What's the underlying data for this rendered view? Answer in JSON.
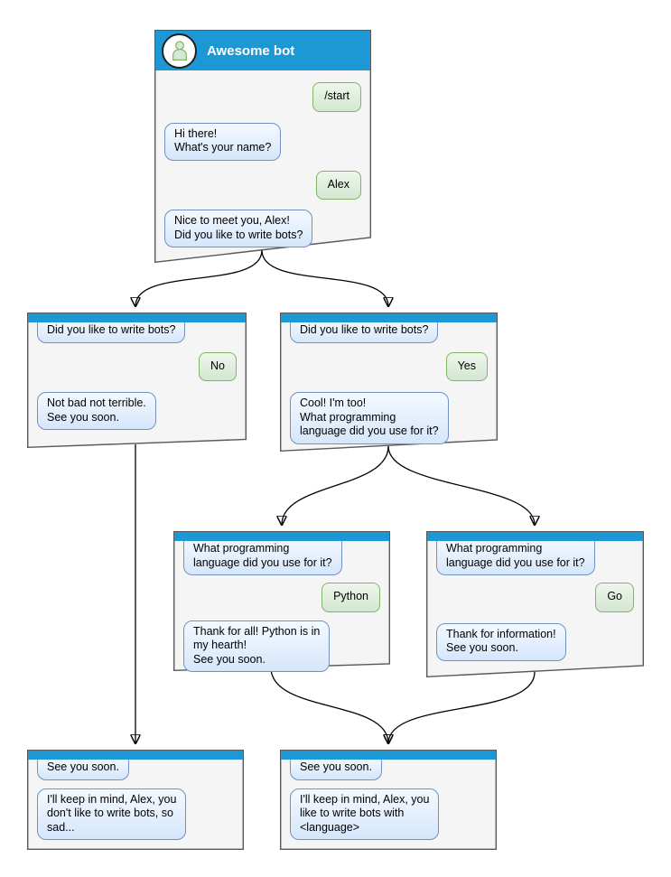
{
  "colors": {
    "titlebar_blue": "#1e98d5",
    "window_fill": "#f5f5f5",
    "window_border": "#595959",
    "bot_bubble_fill": "#d6e6fb",
    "bot_bubble_border": "#7191c4",
    "user_bubble_fill": "#d3e7d1",
    "user_bubble_border": "#82b366",
    "arrow": "#000000"
  },
  "windows": {
    "start": {
      "title": "Awesome bot",
      "messages": {
        "m1": "/start",
        "m2": "Hi there!\nWhat's your name?",
        "m3": "Alex",
        "m4": "Nice to meet you, Alex!\nDid you like to write bots?"
      }
    },
    "no": {
      "messages": {
        "m1": "Did you like to write bots?",
        "m2": "No",
        "m3": "Not bad not terrible.\nSee you soon."
      }
    },
    "yes": {
      "messages": {
        "m1": "Did you like to write bots?",
        "m2": "Yes",
        "m3": "Cool! I'm too!\nWhat programming\nlanguage did you use for it?"
      }
    },
    "python": {
      "messages": {
        "m1": "What programming\nlanguage did you use for it?",
        "m2": "Python",
        "m3": "Thank for all! Python is in\nmy hearth!\nSee you soon."
      }
    },
    "go": {
      "messages": {
        "m1": "What programming\nlanguage did you use for it?",
        "m2": "Go",
        "m3": "Thank for information!\nSee you soon."
      }
    },
    "end_no": {
      "messages": {
        "m1": "See you soon.",
        "m2": "I'll keep in mind, Alex, you\ndon't like to write bots, so\nsad..."
      }
    },
    "end_yes": {
      "messages": {
        "m1": "See you soon.",
        "m2": "I'll keep in mind, Alex, you\nlike to write bots with\n<language>"
      }
    }
  }
}
